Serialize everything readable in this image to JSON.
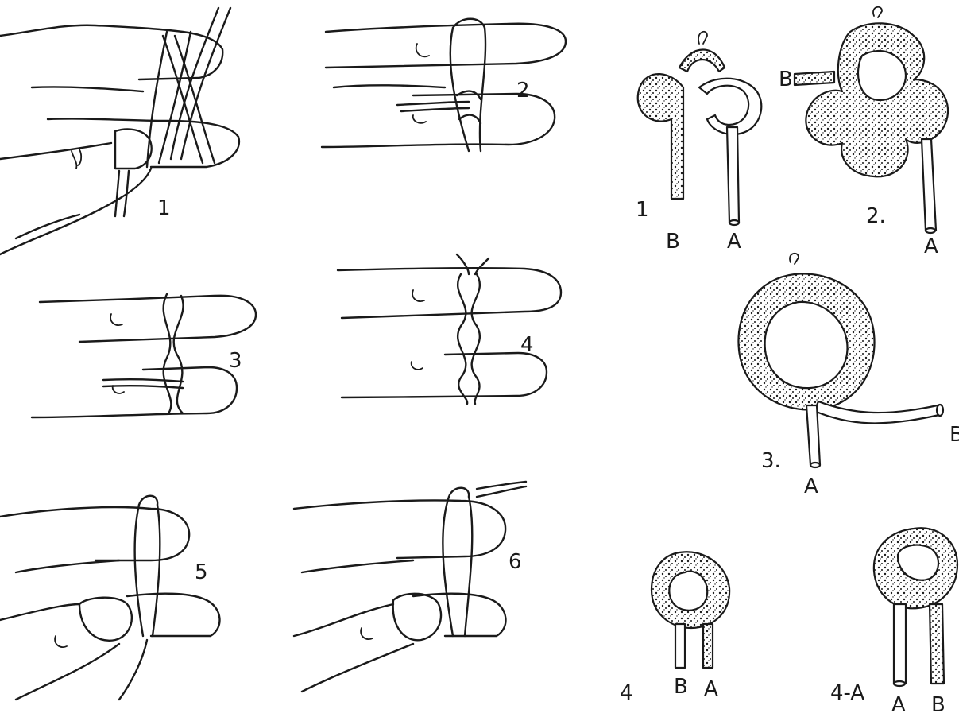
{
  "finger_steps": [
    "1",
    "2",
    "3",
    "4",
    "5",
    "6"
  ],
  "knot_steps": {
    "step1": "1",
    "step2": "2.",
    "step3": "3.",
    "step4": "4",
    "step4a": "4-A"
  },
  "cord_ends": {
    "a": "A",
    "b": "B"
  },
  "colors": {
    "ink": "#1a1a1a",
    "paper": "#ffffff"
  }
}
